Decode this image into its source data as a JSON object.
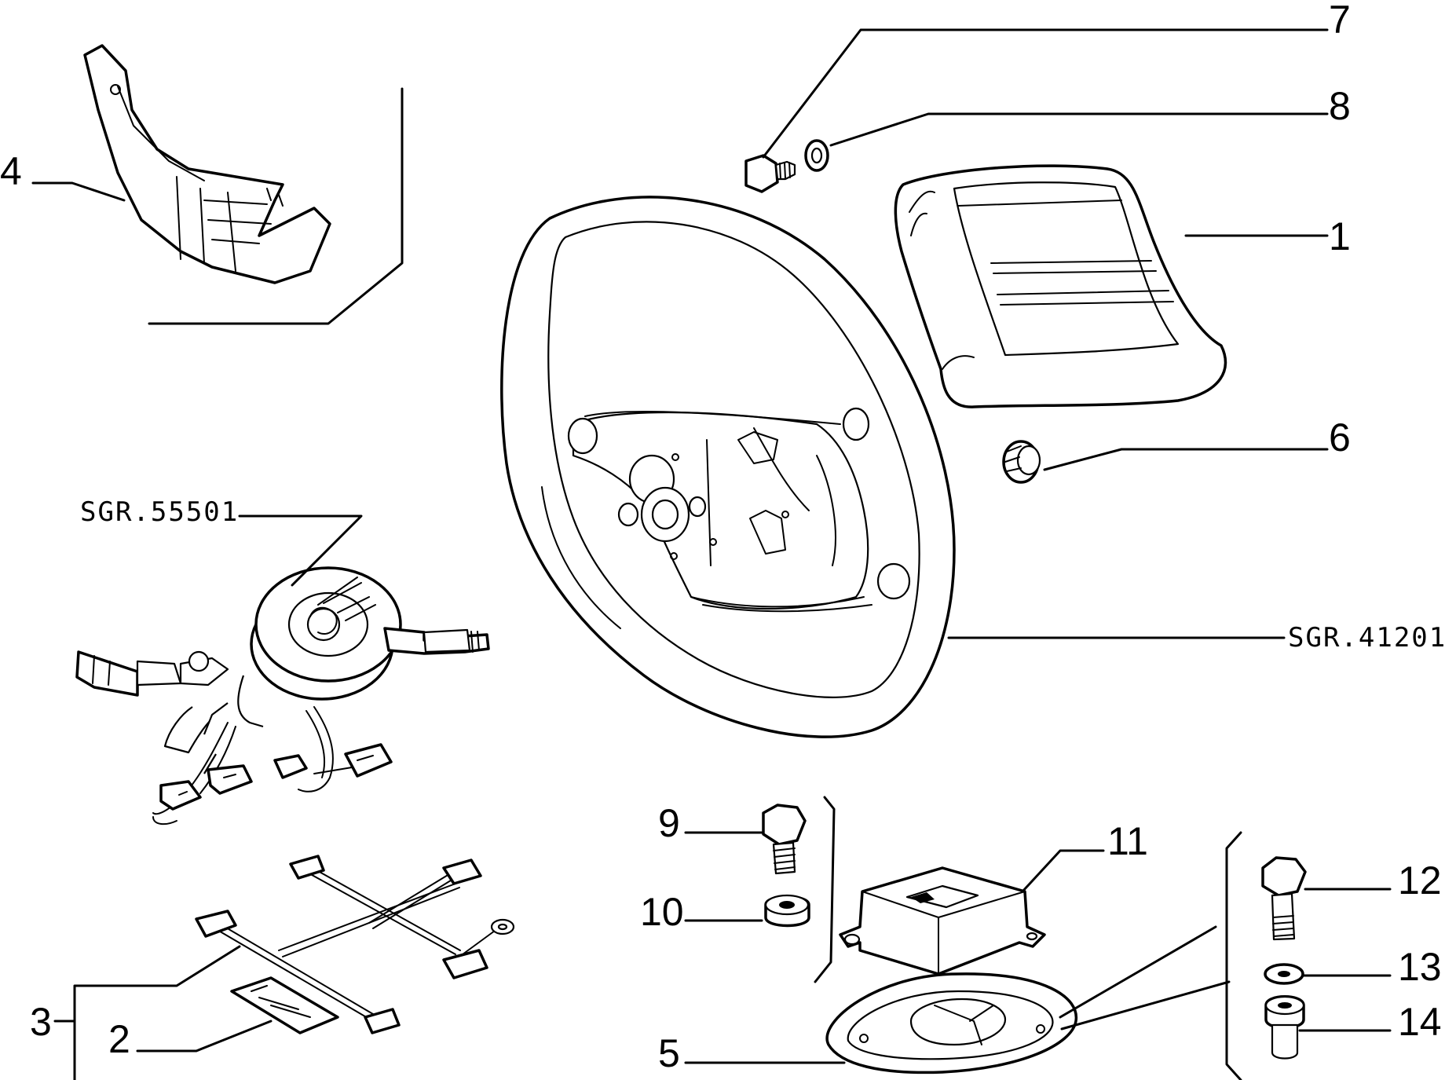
{
  "callouts": {
    "c1": "1",
    "c2": "2",
    "c3": "3",
    "c4": "4",
    "c5": "5",
    "c6": "6",
    "c7": "7",
    "c8": "8",
    "c9": "9",
    "c10": "10",
    "c11": "11",
    "c12": "12",
    "c13": "13",
    "c14": "14"
  },
  "references": {
    "switch_group": "SGR.55501",
    "steering_wheel_group": "SGR.41201"
  }
}
